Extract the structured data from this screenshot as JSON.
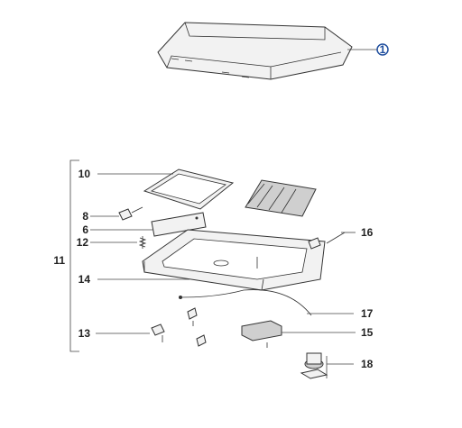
{
  "callouts": [
    {
      "id": "c1",
      "label": "1"
    },
    {
      "id": "c10",
      "label": "10"
    },
    {
      "id": "c8",
      "label": "8"
    },
    {
      "id": "c6",
      "label": "6"
    },
    {
      "id": "c12",
      "label": "12"
    },
    {
      "id": "c14",
      "label": "14"
    },
    {
      "id": "c11",
      "label": "11"
    },
    {
      "id": "c13",
      "label": "13"
    },
    {
      "id": "c16",
      "label": "16"
    },
    {
      "id": "c17",
      "label": "17"
    },
    {
      "id": "c15",
      "label": "15"
    },
    {
      "id": "c18",
      "label": "18"
    }
  ],
  "highlight_color": "#1f4e9e",
  "line_color": "#333333"
}
